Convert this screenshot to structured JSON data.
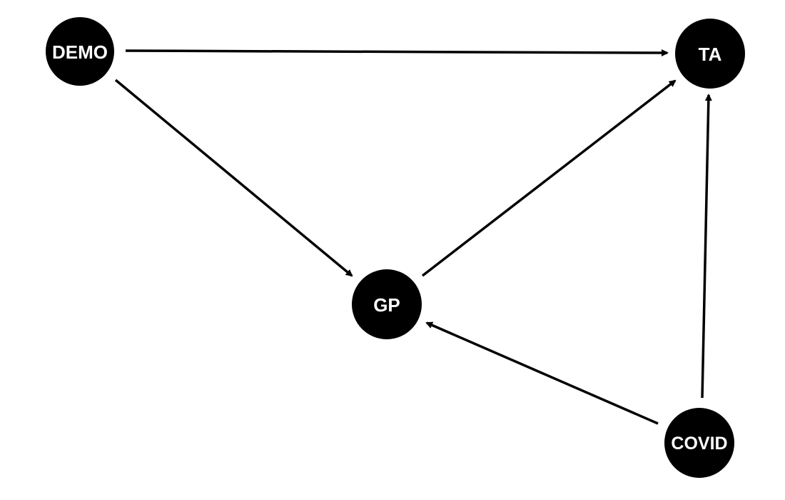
{
  "diagram": {
    "node_color": "#000000",
    "label_color": "#ffffff",
    "edge_color": "#000000",
    "nodes": [
      {
        "id": "demo",
        "label": "DEMO"
      },
      {
        "id": "ta",
        "label": "TA"
      },
      {
        "id": "gp",
        "label": "GP"
      },
      {
        "id": "covid",
        "label": "COVID"
      }
    ],
    "edges": [
      {
        "from": "demo",
        "to": "ta"
      },
      {
        "from": "demo",
        "to": "gp"
      },
      {
        "from": "gp",
        "to": "ta"
      },
      {
        "from": "covid",
        "to": "ta"
      },
      {
        "from": "covid",
        "to": "gp"
      }
    ]
  }
}
